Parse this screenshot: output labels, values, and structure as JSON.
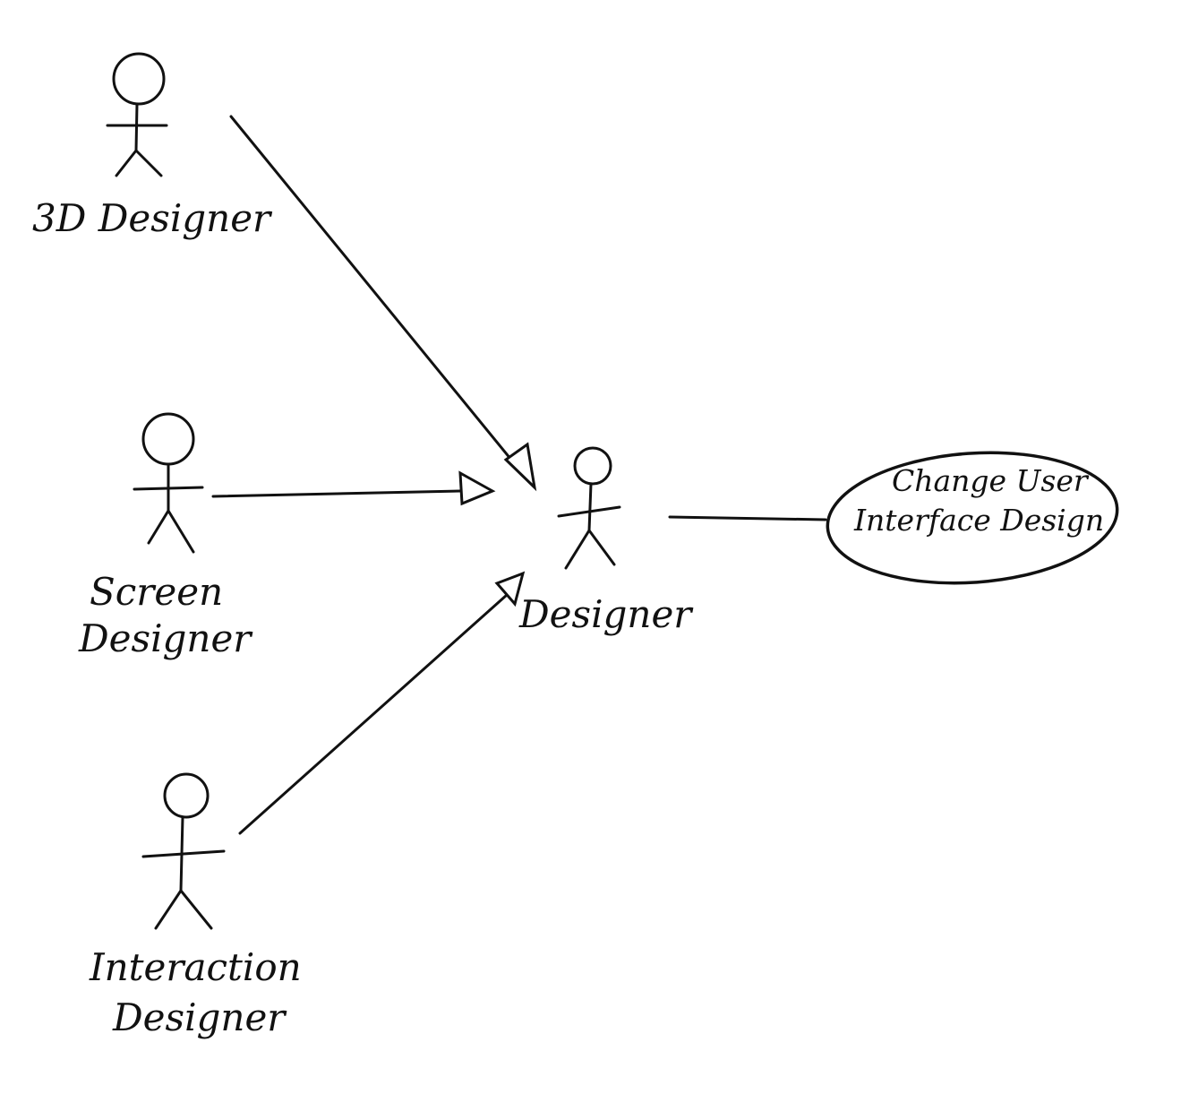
{
  "diagram": {
    "type": "use-case-diagram",
    "actors": [
      {
        "id": "3d-designer",
        "label_lines": [
          "3D Designer"
        ]
      },
      {
        "id": "screen-designer",
        "label_lines": [
          "Screen",
          "Designer"
        ]
      },
      {
        "id": "interaction-designer",
        "label_lines": [
          "Interaction",
          "Designer"
        ]
      },
      {
        "id": "designer",
        "label_lines": [
          "Designer"
        ]
      }
    ],
    "use_case": {
      "id": "change-ui-design",
      "label_lines": [
        "Change User",
        "Interface Design"
      ]
    },
    "relationships": [
      {
        "type": "generalization",
        "from": "3d-designer",
        "to": "designer"
      },
      {
        "type": "generalization",
        "from": "screen-designer",
        "to": "designer"
      },
      {
        "type": "generalization",
        "from": "interaction-designer",
        "to": "designer"
      },
      {
        "type": "association",
        "from": "designer",
        "to": "change-ui-design"
      }
    ],
    "stroke_color": "#111111",
    "background_color": "#ffffff"
  }
}
